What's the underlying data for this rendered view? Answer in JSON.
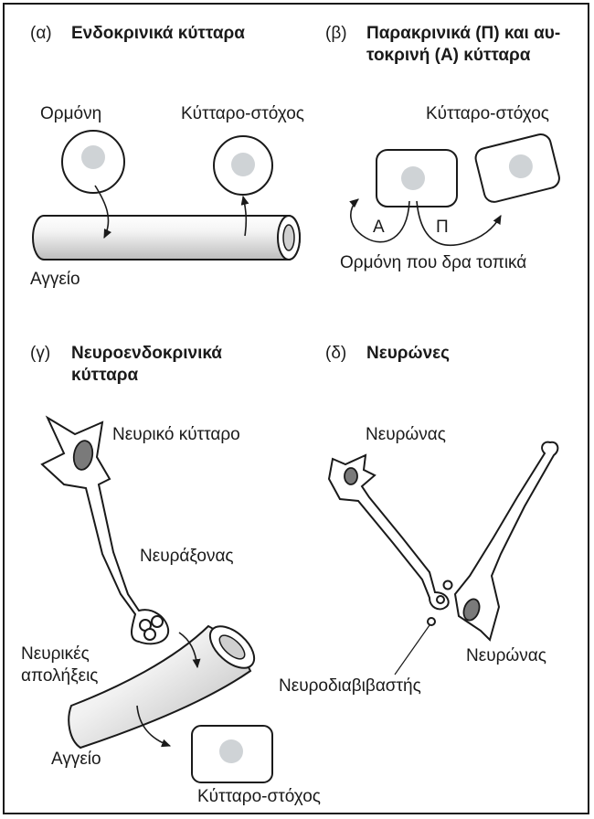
{
  "panels": {
    "a": {
      "letter": "(α)",
      "title": "Ενδοκρινικά κύτταρα",
      "hormone_label": "Ορμόνη",
      "target_label": "Κύτταρο-στόχος",
      "vessel_label": "Αγγείο"
    },
    "b": {
      "letter": "(β)",
      "title_line1": "Παρακρινικά (Π) και αυ-",
      "title_line2": "τοκρινή (Α) κύτταρα",
      "target_label": "Κύτταρο-στόχος",
      "autocrine_mark": "Α",
      "paracrine_mark": "Π",
      "local_label": "Ορμόνη που δρα τοπικά"
    },
    "c": {
      "letter": "(γ)",
      "title_line1": "Νευροενδοκρινικά",
      "title_line2": "κύτταρα",
      "nerve_cell_label": "Νευρικό κύτταρο",
      "axon_label": "Νευράξονας",
      "endings_line1": "Νευρικές",
      "endings_line2": "απολήξεις",
      "vessel_label": "Αγγείο",
      "target_label": "Κύτταρο-στόχος"
    },
    "d": {
      "letter": "(δ)",
      "title": "Νευρώνες",
      "neuron_top_label": "Νευρώνας",
      "neuron_bottom_label": "Νευρώνας",
      "neurotransmitter_label": "Νευροδιαβιβαστής"
    }
  }
}
